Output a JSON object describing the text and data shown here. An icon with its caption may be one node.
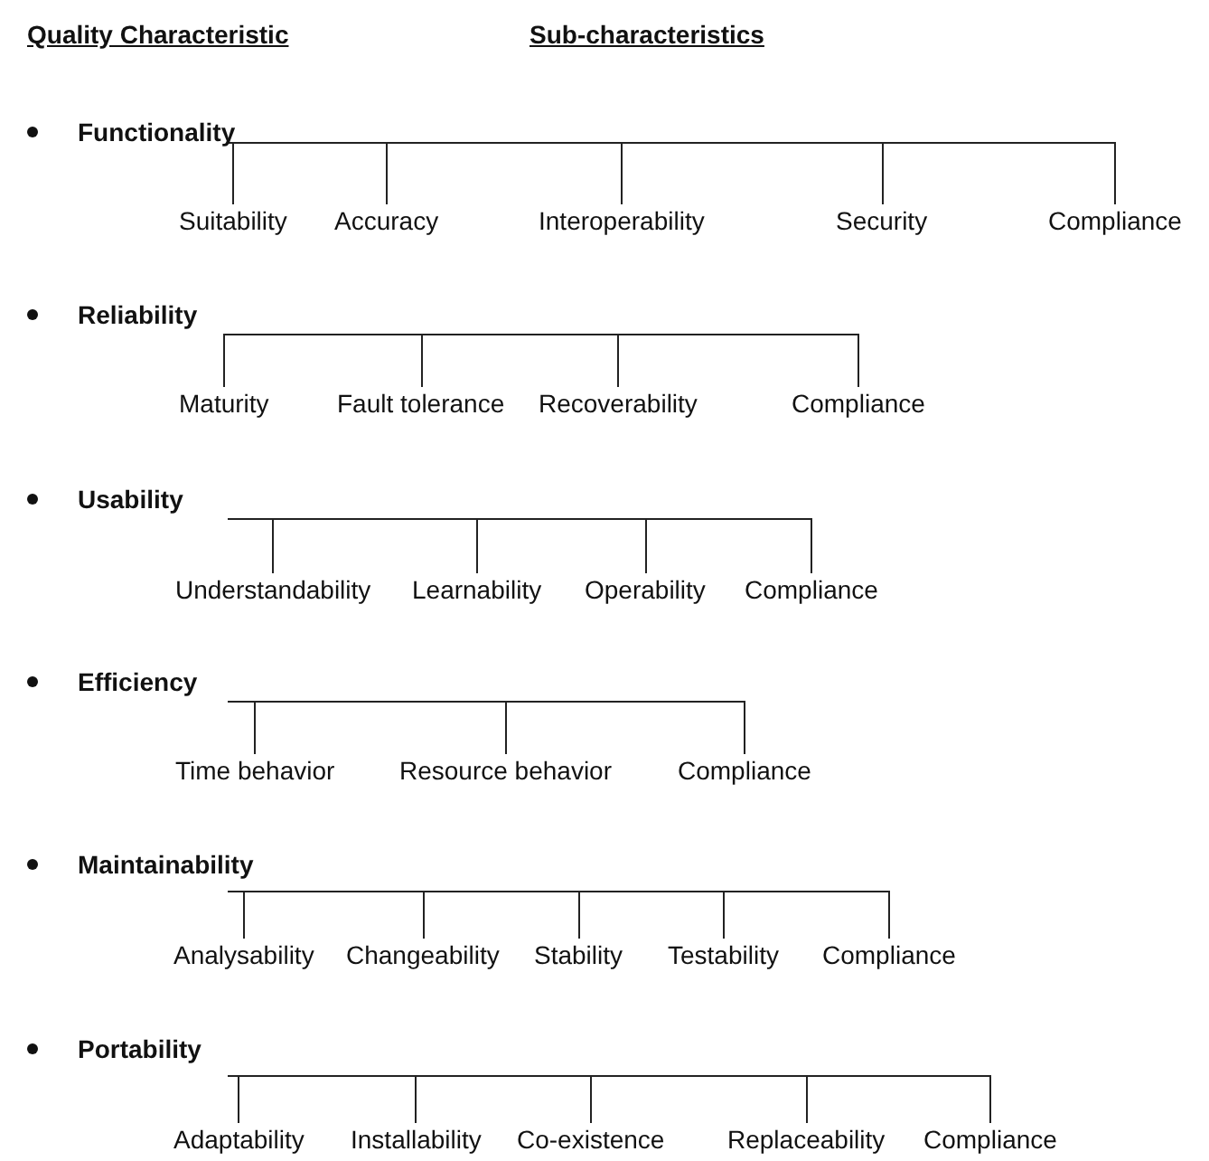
{
  "diagram": {
    "nodes": [
      {
        "text": [
          "Functionality"
        ]
      },
      {
        "text": [
          "Suitability"
        ]
      },
      {
        "text": [
          "Accuracy"
        ]
      },
      {
        "text": [
          "Interoperability"
        ]
      },
      {
        "text": [
          "Security"
        ]
      },
      {
        "text": [
          "Compliance"
        ]
      },
      {
        "text": [
          "Reliability"
        ]
      },
      {
        "text": [
          "Maturity"
        ]
      },
      {
        "text": [
          "Fault tolerance"
        ]
      },
      {
        "text": [
          "Recoverability"
        ]
      },
      {
        "text": [
          "Compliance"
        ]
      },
      {
        "text": [
          "Usability"
        ]
      },
      {
        "text": [
          "Understandability"
        ]
      },
      {
        "text": [
          "Learnability"
        ]
      },
      {
        "text": [
          "Operability"
        ]
      },
      {
        "text": [
          "Compliance"
        ]
      },
      {
        "text": [
          "Efficiency"
        ]
      },
      {
        "text": [
          "Time behavior"
        ]
      },
      {
        "text": [
          "Resource behavior"
        ]
      },
      {
        "text": [
          "Compliance"
        ]
      },
      {
        "text": [
          "Maintainability"
        ]
      },
      {
        "text": [
          "Analysability"
        ]
      },
      {
        "text": [
          "Changeability"
        ]
      },
      {
        "text": [
          "Stability"
        ]
      },
      {
        "text": [
          "Testability"
        ]
      },
      {
        "text": [
          "Compliance"
        ]
      },
      {
        "text": [
          "Portability"
        ]
      },
      {
        "text": [
          "Adaptability"
        ]
      },
      {
        "text": [
          "Installability"
        ]
      },
      {
        "text": [
          "Co-existence"
        ]
      },
      {
        "text": [
          "Replaceability"
        ]
      },
      {
        "text": [
          "Compliance"
        ]
      }
    ],
    "edges": [
      {
        "from": 0,
        "to": 1,
        "arrow": "none"
      },
      {
        "from": 0,
        "to": 2,
        "arrow": "none"
      },
      {
        "from": 0,
        "to": 3,
        "arrow": "none"
      },
      {
        "from": 0,
        "to": 4,
        "arrow": "none"
      },
      {
        "from": 0,
        "to": 5,
        "arrow": "none"
      },
      {
        "from": 6,
        "to": 7,
        "arrow": "none"
      },
      {
        "from": 6,
        "to": 8,
        "arrow": "none"
      },
      {
        "from": 6,
        "to": 9,
        "arrow": "none"
      },
      {
        "from": 6,
        "to": 10,
        "arrow": "none"
      },
      {
        "from": 11,
        "to": 12,
        "arrow": "none"
      },
      {
        "from": 11,
        "to": 13,
        "arrow": "none"
      },
      {
        "from": 11,
        "to": 14,
        "arrow": "none"
      },
      {
        "from": 11,
        "to": 15,
        "arrow": "none"
      },
      {
        "from": 16,
        "to": 17,
        "arrow": "none"
      },
      {
        "from": 16,
        "to": 18,
        "arrow": "none"
      },
      {
        "from": 16,
        "to": 19,
        "arrow": "none"
      },
      {
        "from": 20,
        "to": 21,
        "arrow": "none"
      },
      {
        "from": 20,
        "to": 22,
        "arrow": "none"
      },
      {
        "from": 20,
        "to": 23,
        "arrow": "none"
      },
      {
        "from": 20,
        "to": 24,
        "arrow": "none"
      },
      {
        "from": 20,
        "to": 25,
        "arrow": "none"
      },
      {
        "from": 26,
        "to": 27,
        "arrow": "none"
      },
      {
        "from": 26,
        "to": 28,
        "arrow": "none"
      },
      {
        "from": 26,
        "to": 29,
        "arrow": "none"
      },
      {
        "from": 26,
        "to": 30,
        "arrow": "none"
      },
      {
        "from": 26,
        "to": 31,
        "arrow": "none"
      }
    ],
    "labels": [
      "Quality Characteristic",
      "Sub-characteristics"
    ]
  }
}
